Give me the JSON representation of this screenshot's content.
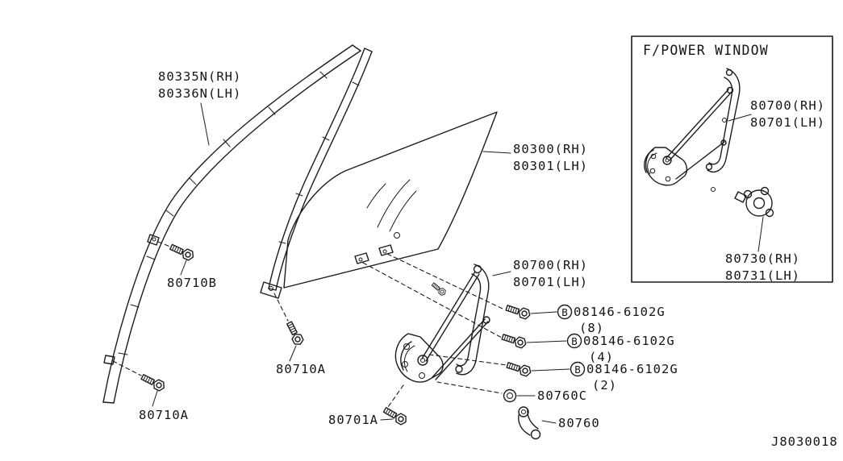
{
  "page": {
    "background_color": "#ffffff",
    "line_color": "#1c1c1c"
  },
  "diagram": {
    "code": "J8030018",
    "parts": {
      "glass_run": {
        "l1": "80335N(RH)",
        "l2": "80336N(LH)"
      },
      "glass": {
        "l1": "80300(RH)",
        "l2": "80301(LH)"
      },
      "regulator": {
        "l1": "80700(RH)",
        "l2": "80701(LH)"
      },
      "bolt8": {
        "marker": "B",
        "code": "08146-6102G",
        "qty": "(8)"
      },
      "bolt4": {
        "marker": "B",
        "code": "08146-6102G",
        "qty": "(4)"
      },
      "bolt2": {
        "marker": "B",
        "code": "08146-6102G",
        "qty": "(2)"
      },
      "grommet": "80760C",
      "handle": "80760",
      "bolt_710b": "80710B",
      "bolt_710a_mid": "80710A",
      "bolt_710a_low": "80710A",
      "bolt_701a": "80701A"
    },
    "inset": {
      "title": "F/POWER WINDOW",
      "regulator": {
        "l1": "80700(RH)",
        "l2": "80701(LH)"
      },
      "motor": {
        "l1": "80730(RH)",
        "l2": "80731(LH)"
      }
    }
  }
}
